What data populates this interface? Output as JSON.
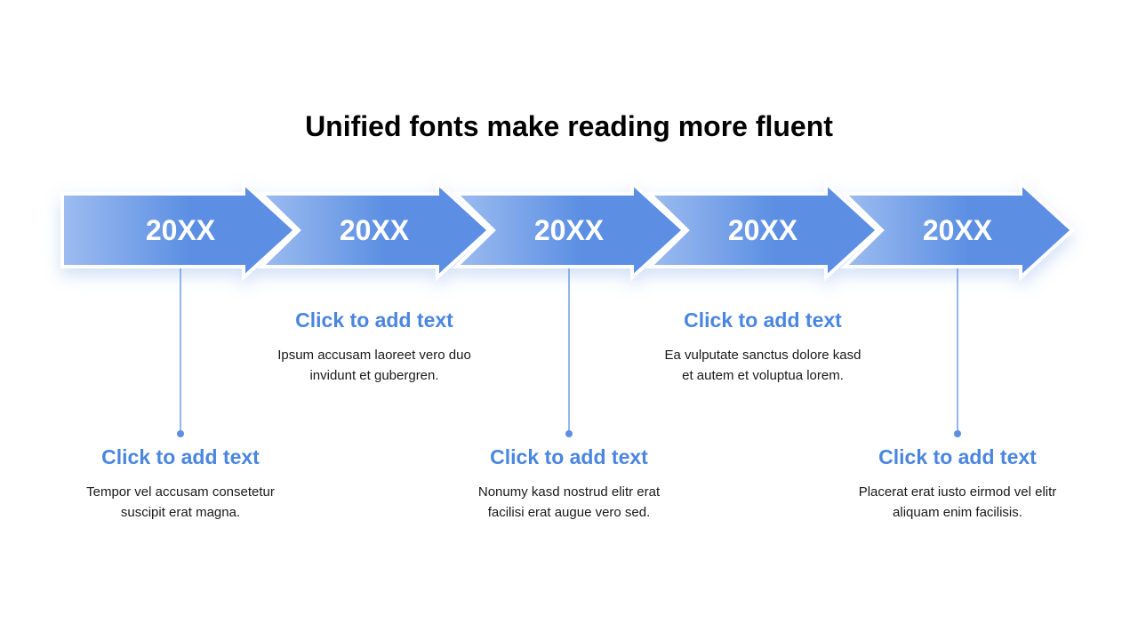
{
  "title": "Unified fonts make reading more fluent",
  "colors": {
    "arrow_start": "#9dbcf0",
    "arrow_end": "#5b8fe3",
    "accent_text": "#4a86e0",
    "connector": "#5b8fe3"
  },
  "milestones": [
    {
      "year": "20XX",
      "heading": "Click to add text",
      "body_line1": "Tempor vel accusam consetetur",
      "body_line2": "suscipit erat magna.",
      "placement": "below"
    },
    {
      "year": "20XX",
      "heading": "Click to add text",
      "body_line1": "Ipsum accusam laoreet vero duo",
      "body_line2": "invidunt et gubergren.",
      "placement": "above"
    },
    {
      "year": "20XX",
      "heading": "Click to add text",
      "body_line1": "Nonumy kasd nostrud elitr erat",
      "body_line2": "facilisi erat augue vero sed.",
      "placement": "below"
    },
    {
      "year": "20XX",
      "heading": "Click to add text",
      "body_line1": "Ea vulputate sanctus dolore kasd",
      "body_line2": "et autem et voluptua lorem.",
      "placement": "above"
    },
    {
      "year": "20XX",
      "heading": "Click to add text",
      "body_line1": "Placerat erat iusto eirmod vel elitr",
      "body_line2": "aliquam enim facilisis.",
      "placement": "below"
    }
  ]
}
